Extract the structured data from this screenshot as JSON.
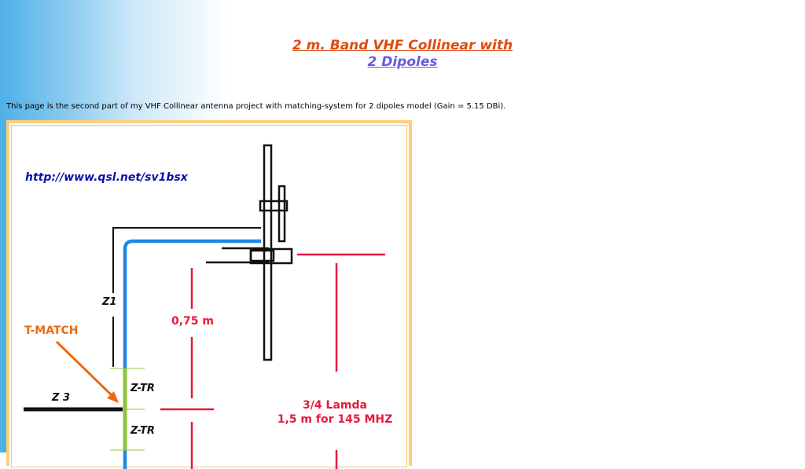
{
  "title": {
    "line1": "2 m. Band VHF Collinear with",
    "line2": "2 Dipoles"
  },
  "intro_text": "This page is the second part of my VHF Collinear antenna project with matching-system for 2 dipoles model (Gain = 5.15 DBi).",
  "diagram": {
    "url_label": "http://www.qsl.net/sv1bsx",
    "z1_label": "Z1",
    "tmatch_label": "T-MATCH",
    "length_label": "0,75 m",
    "z3_label": "Z 3",
    "ztr_top_label": "Z-TR",
    "ztr_bottom_label": "Z-TR",
    "lambda_label_line1": "3/4 Lamda",
    "lambda_label_line2": "1,5 m for 145 MHZ",
    "colors": {
      "coax_blue": "#1e88e5",
      "match_green": "#8cc63f",
      "dimension_red": "#e8193c",
      "arrow_orange": "#ec6a12",
      "url_blue": "#0a13a8",
      "frame": "#fbd07a"
    }
  }
}
